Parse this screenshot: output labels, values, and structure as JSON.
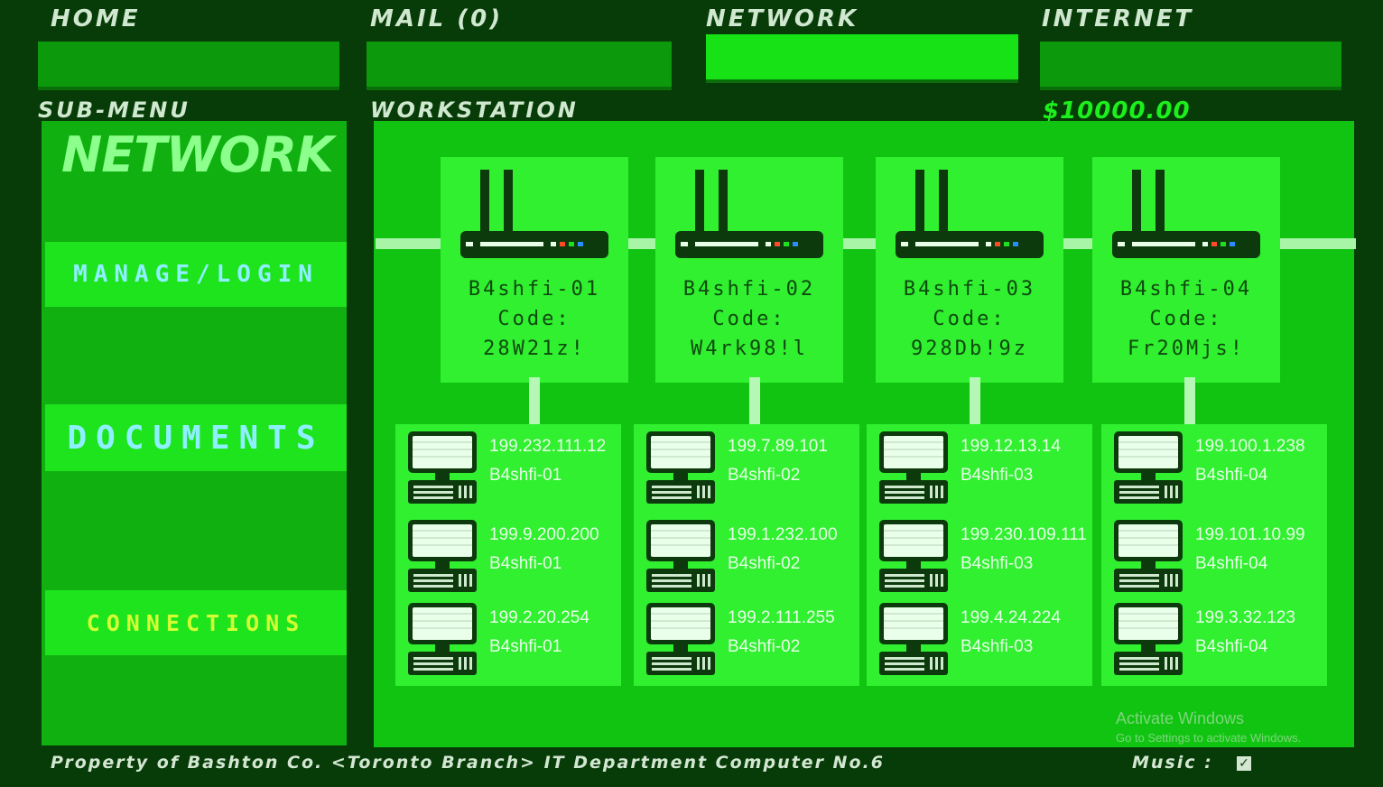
{
  "tabs": [
    {
      "label": "HOME",
      "active": false
    },
    {
      "label": "MAIL (0)",
      "active": false
    },
    {
      "label": "NETWORK",
      "active": true
    },
    {
      "label": "INTERNET",
      "active": false
    }
  ],
  "sections": {
    "submenu_label": "SUB-MENU",
    "workstation_label": "WORKSTATION",
    "balance": "$10000.00"
  },
  "sidebar": {
    "title": "NETWORK",
    "items": [
      {
        "label": "MANAGE/LOGIN",
        "color": "#8ef0ff"
      },
      {
        "label": "DOCUMENTS",
        "color": "#8ef0ff"
      },
      {
        "label": "CONNECTIONS",
        "color": "#d6ff33"
      }
    ]
  },
  "routers": [
    {
      "name": "B4shfi-01",
      "code_label": "Code:",
      "code": "28W21z!"
    },
    {
      "name": "B4shfi-02",
      "code_label": "Code:",
      "code": "W4rk98!l"
    },
    {
      "name": "B4shfi-03",
      "code_label": "Code:",
      "code": "928Db!9z"
    },
    {
      "name": "B4shfi-04",
      "code_label": "Code:",
      "code": "Fr20Mjs!"
    }
  ],
  "columns": [
    {
      "devices": [
        {
          "ip": "199.232.111.12",
          "host": "B4shfi-01"
        },
        {
          "ip": "199.9.200.200",
          "host": "B4shfi-01"
        },
        {
          "ip": "199.2.20.254",
          "host": "B4shfi-01"
        }
      ]
    },
    {
      "devices": [
        {
          "ip": "199.7.89.101",
          "host": "B4shfi-02"
        },
        {
          "ip": "199.1.232.100",
          "host": "B4shfi-02"
        },
        {
          "ip": "199.2.111.255",
          "host": "B4shfi-02"
        }
      ]
    },
    {
      "devices": [
        {
          "ip": "199.12.13.14",
          "host": "B4shfi-03"
        },
        {
          "ip": "199.230.109.111",
          "host": "B4shfi-03"
        },
        {
          "ip": "199.4.24.224",
          "host": "B4shfi-03"
        }
      ]
    },
    {
      "devices": [
        {
          "ip": "199.100.1.238",
          "host": "B4shfi-04"
        },
        {
          "ip": "199.101.10.99",
          "host": "B4shfi-04"
        },
        {
          "ip": "199.3.32.123",
          "host": "B4shfi-04"
        }
      ]
    }
  ],
  "footer": {
    "property_text": "Property of Bashton Co. <Toronto Branch> IT Department Computer No.6",
    "music_label": "Music :",
    "music_checked": true,
    "music_check_glyph": "✓"
  },
  "watermark": {
    "line1": "Activate Windows",
    "line2": "Go to Settings to activate Windows."
  },
  "colors": {
    "background": "#073b07",
    "panel": "#12c412",
    "card": "#30f030",
    "active_tab": "#16e216"
  }
}
